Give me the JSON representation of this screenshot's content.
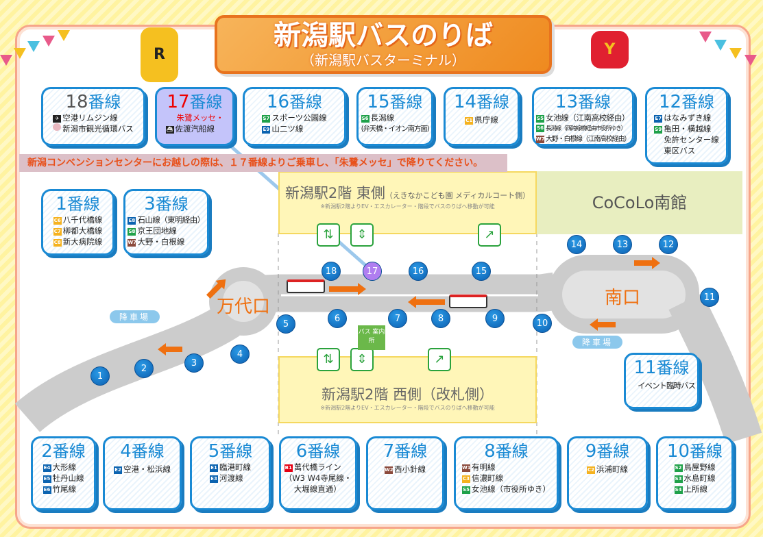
{
  "header": {
    "title": "新潟駅バスのりば",
    "subtitle": "（新潟駅バスターミナル）"
  },
  "notice": "新潟コンベンションセンターにお越しの際は、１７番線よりご乗車し、「朱鷺メッセ」で降りてください。",
  "suffix": "番線",
  "platforms_top": [
    {
      "num": "18",
      "lines": [
        {
          "badge": "✈",
          "type": "K",
          "name": "空港リムジン線"
        },
        {
          "badge": "",
          "type": "P",
          "name": "新潟市観光循環バス"
        }
      ]
    },
    {
      "num": "17",
      "highlight_text": "朱鷺メッセ・",
      "lines": [
        {
          "badge": "⛴",
          "type": "K",
          "name": "佐渡汽船線"
        }
      ]
    },
    {
      "num": "16",
      "lines": [
        {
          "badge": "S7",
          "type": "S",
          "name": "スポーツ公園線"
        },
        {
          "badge": "E9",
          "type": "E",
          "name": "山二ツ線"
        }
      ]
    },
    {
      "num": "15",
      "lines": [
        {
          "badge": "S6",
          "type": "S",
          "name": "長潟線"
        },
        {
          "badge": "",
          "type": "",
          "name": "(弁天橋・イオン南方面)"
        }
      ]
    },
    {
      "num": "14",
      "lines": [
        {
          "badge": "C1",
          "type": "C",
          "name": "県庁線"
        }
      ]
    },
    {
      "num": "13",
      "lines": [
        {
          "badge": "S5",
          "type": "S",
          "name": "女池線（江南高校経由）"
        },
        {
          "badge": "S6",
          "type": "S",
          "name": "長潟線（西跨線橋経由市役所ゆき）"
        },
        {
          "badge": "W7",
          "type": "W",
          "name": "大野・白根線（江南高校経由）"
        }
      ]
    },
    {
      "num": "12",
      "lines": [
        {
          "badge": "E7",
          "type": "E",
          "name": "はなみずき線"
        },
        {
          "badge": "S9",
          "type": "S",
          "name": "亀田・横越線"
        },
        {
          "badge": "",
          "type": "",
          "name": "免許センター線"
        },
        {
          "badge": "",
          "type": "",
          "name": "東区バス"
        }
      ]
    }
  ],
  "platforms_mid": [
    {
      "num": "1",
      "lines": [
        {
          "badge": "C6",
          "type": "C",
          "name": "八千代橋線"
        },
        {
          "badge": "C7",
          "type": "C",
          "name": "柳都大橋線"
        },
        {
          "badge": "C8",
          "type": "C",
          "name": "新大病院線"
        }
      ]
    },
    {
      "num": "3",
      "lines": [
        {
          "badge": "E8",
          "type": "E",
          "name": "石山線（東明経由）"
        },
        {
          "badge": "S8",
          "type": "S",
          "name": "京王団地線"
        },
        {
          "badge": "W7",
          "type": "W",
          "name": "大野・白根線"
        }
      ]
    },
    {
      "num": "11",
      "lines": [
        {
          "badge": "",
          "type": "",
          "name": "イベント臨時バス"
        }
      ]
    }
  ],
  "platforms_bottom": [
    {
      "num": "2",
      "lines": [
        {
          "badge": "E4",
          "type": "E",
          "name": "大形線"
        },
        {
          "badge": "E5",
          "type": "E",
          "name": "牡丹山線"
        },
        {
          "badge": "E6",
          "type": "E",
          "name": "竹尾線"
        }
      ]
    },
    {
      "num": "4",
      "lines": [
        {
          "badge": "E2",
          "type": "E",
          "name": "空港・松浜線"
        }
      ]
    },
    {
      "num": "5",
      "lines": [
        {
          "badge": "E1",
          "type": "E",
          "name": "臨港町線"
        },
        {
          "badge": "E3",
          "type": "E",
          "name": "河渡線"
        }
      ]
    },
    {
      "num": "6",
      "lines": [
        {
          "badge": "B1",
          "type": "B",
          "name": "萬代橋ライン"
        },
        {
          "badge": "",
          "type": "",
          "name": "（W3 W4寺尾線・"
        },
        {
          "badge": "",
          "type": "",
          "name": "大堀線直通）"
        }
      ]
    },
    {
      "num": "7",
      "lines": [
        {
          "badge": "W2",
          "type": "W",
          "name": "西小針線"
        }
      ]
    },
    {
      "num": "8",
      "lines": [
        {
          "badge": "W1",
          "type": "W",
          "name": "有明線"
        },
        {
          "badge": "C3",
          "type": "C",
          "name": "信濃町線"
        },
        {
          "badge": "S5",
          "type": "S",
          "name": "女池線（市役所ゆき）"
        }
      ]
    },
    {
      "num": "9",
      "lines": [
        {
          "badge": "C2",
          "type": "C",
          "name": "浜浦町線"
        }
      ]
    },
    {
      "num": "10",
      "lines": [
        {
          "badge": "S2",
          "type": "S",
          "name": "鳥屋野線"
        },
        {
          "badge": "S3",
          "type": "S",
          "name": "水島町線"
        },
        {
          "badge": "S4",
          "type": "S",
          "name": "上所線"
        }
      ]
    }
  ],
  "map": {
    "east": {
      "title": "新潟駅2階 東側",
      "paren": "（えきなかこども園 メディカルコート側）",
      "note": "※新潟駅2階よりEV・エスカレーター・階段でバスのりばへ移動が可能"
    },
    "west": {
      "title": "新潟駅2階 西側（改札側）",
      "note": "※新潟駅2階よりEV・エスカレーター・階段でバスのりばへ移動が可能"
    },
    "cocolo": "CoCoLo南館",
    "bandai": "万代口",
    "minami": "南口",
    "dropoff": "降車場",
    "info": "バス 案内所",
    "stops": [
      "1",
      "2",
      "3",
      "4",
      "5",
      "6",
      "7",
      "8",
      "9",
      "10",
      "11",
      "12",
      "13",
      "14",
      "15",
      "16",
      "17",
      "18"
    ]
  },
  "colors": {
    "accent": "#ef7010",
    "platform_blue": "#1a8ad4",
    "selected": "#c4c4fa"
  }
}
